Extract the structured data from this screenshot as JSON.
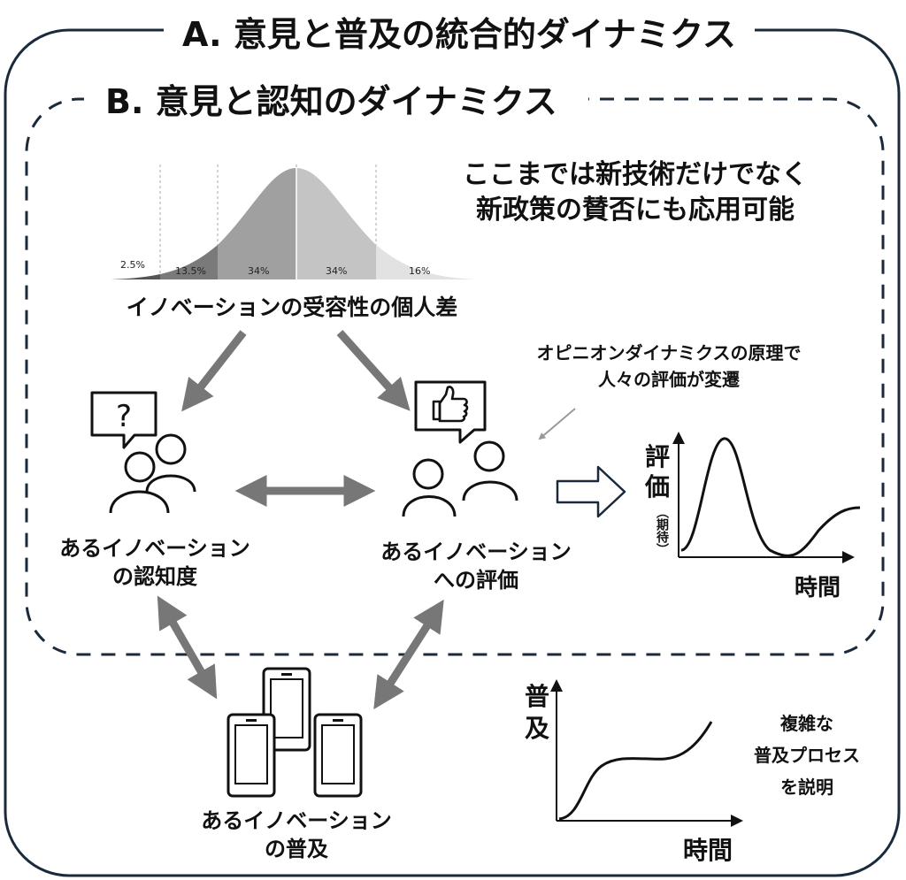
{
  "titles": {
    "a": "A.  意見と普及の統合的ダイナミクス",
    "b": "B.  意見と認知のダイナミクス"
  },
  "note_top": {
    "line1": "ここまでは新技術だけでなく",
    "line2": "新政策の賛否にも応用可能"
  },
  "bell_curve": {
    "caption": "イノベーションの受容性の個人差",
    "segments": [
      "2.5%",
      "13.5%",
      "34%",
      "34%",
      "16%"
    ]
  },
  "opinion_note": {
    "line1": "オピニオンダイナミクスの原理で",
    "line2": "人々の評価が変遷"
  },
  "awareness": {
    "line1": "あるイノベーション",
    "line2": "の認知度",
    "bubble_symbol": "?"
  },
  "evaluation": {
    "line1": "あるイノベーション",
    "line2": "への評価",
    "bubble_symbol": "thumbs-up"
  },
  "adoption": {
    "line1": "あるイノベーション",
    "line2": "の普及"
  },
  "eval_chart": {
    "y_label_1": "評",
    "y_label_2": "価",
    "y_sub": "（期待）",
    "x_label": "時間"
  },
  "adoption_chart": {
    "y_label_1": "普",
    "y_label_2": "及",
    "x_label": "時間"
  },
  "complex_note": {
    "line1": "複雑な",
    "line2": "普及プロセス",
    "line3": "を説明"
  },
  "icons": {
    "people": "people-icon",
    "question": "question-bubble-icon",
    "like": "thumbs-up-bubble-icon",
    "phones": "smartphone-icon",
    "flow_arrow": "hollow-arrow-icon"
  }
}
